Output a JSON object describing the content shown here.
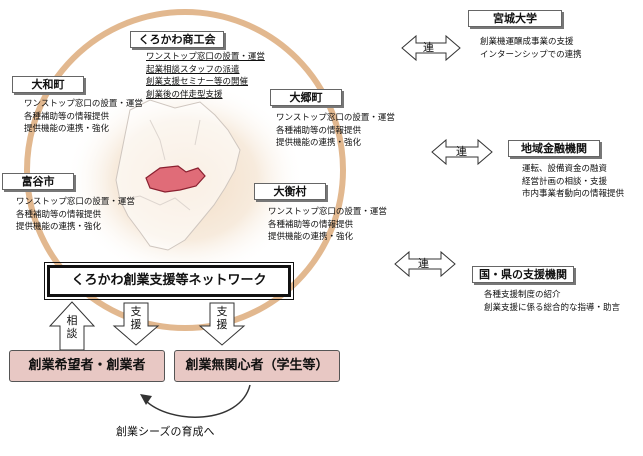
{
  "center": {
    "title": "くろかわ商工会",
    "items": [
      "ワンストップ窓口の設置・運営",
      "起業相談スタッフの派遣",
      "創業支援セミナー等の開催",
      "創業後の伴走型支援"
    ]
  },
  "municipalities": [
    {
      "name": "大和町",
      "items": [
        "ワンストップ窓口の設置・運営",
        "各種補助等の情報提供",
        "提供機能の連携・強化"
      ]
    },
    {
      "name": "大郷町",
      "items": [
        "ワンストップ窓口の設置・運営",
        "各種補助等の情報提供",
        "提供機能の連携・強化"
      ]
    },
    {
      "name": "富谷市",
      "items": [
        "ワンストップ窓口の設置・運営",
        "各種補助等の情報提供",
        "提供機能の連携・強化"
      ]
    },
    {
      "name": "大衡村",
      "items": [
        "ワンストップ窓口の設置・運営",
        "各種補助等の情報提供",
        "提供機能の連携・強化"
      ]
    }
  ],
  "partners": [
    {
      "name": "宮城大学",
      "items": [
        "創業機運醸成事業の支援",
        "インターンシップでの連携"
      ]
    },
    {
      "name": "地域金融機関",
      "items": [
        "運転、設備資金の融資",
        "経営計画の相談・支援",
        "市内事業者動向の情報提供"
      ]
    },
    {
      "name": "国・県の支援機関",
      "items": [
        "各種支援制度の紹介",
        "創業支援に係る総合的な指導・助言"
      ]
    }
  ],
  "link_label": "連",
  "network_label": "くろかわ創業支援等ネットワーク",
  "arrows": {
    "consult": "相談",
    "support": "支援"
  },
  "targets": {
    "aspirants": "創業希望者・創業者",
    "uninterested": "創業無関心者（学生等）"
  },
  "caption": "創業シーズの育成へ"
}
